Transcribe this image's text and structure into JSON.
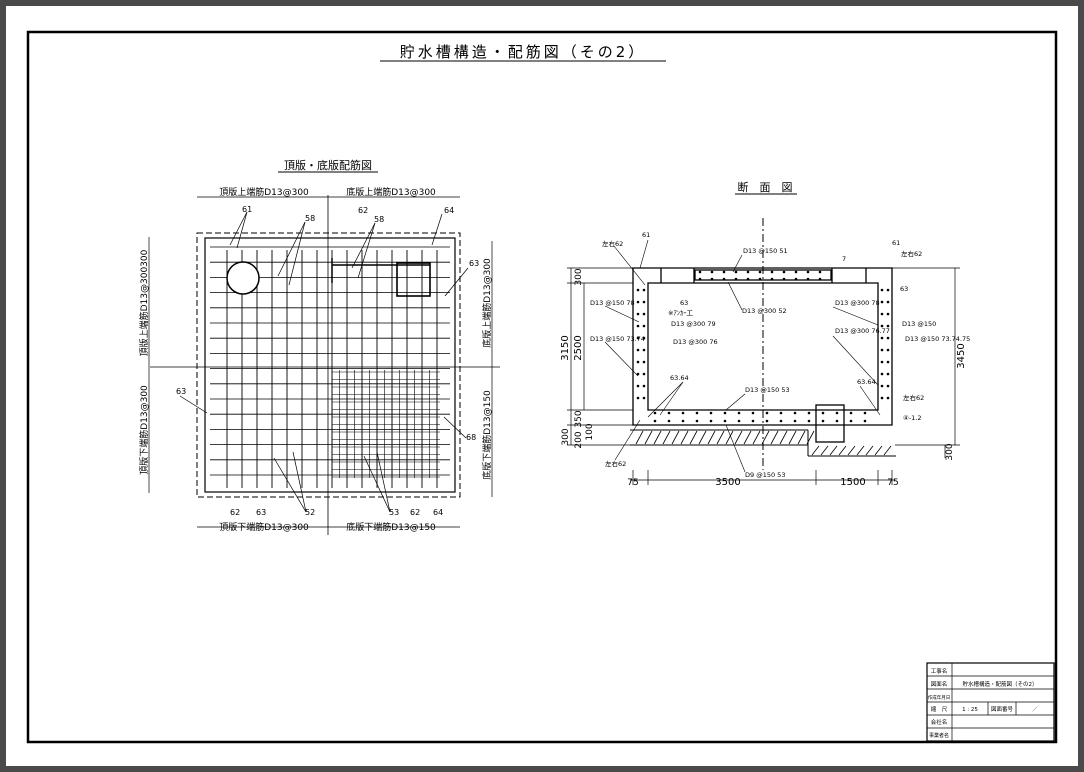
{
  "title": "貯水槽構造・配筋図（その2）",
  "plan": {
    "title": "頂版・底版配筋図",
    "top_left_label": "頂版上端筋D13@300",
    "top_right_label": "底版上端筋D13@300",
    "bottom_left_label": "頂版下端筋D13@300",
    "bottom_right_label": "底版下端筋D13@150",
    "left_upper_label": "頂版上端筋D13@300300",
    "left_lower_label": "頂版下端筋D13@300",
    "right_upper_label": "底版上端筋D13@300",
    "right_lower_label": "底版下端筋D13@150",
    "marks": [
      "61",
      "58",
      "62",
      "64",
      "63",
      "63",
      "68",
      "62",
      "63",
      "52",
      "53",
      "62",
      "64"
    ]
  },
  "section": {
    "title": "断　面　図",
    "labels": [
      "左右62",
      "61",
      "D13 @150 51",
      "7",
      "61",
      "左右62",
      "63",
      "63",
      "D13 @300 52",
      "D13 @150 78",
      "※ｱﾝｶｰ工",
      "D13 @300 79",
      "D13 @300 76",
      "D13 @150 73.74",
      "D13 @300 78",
      "D13 @150",
      "D13 @300 76.77",
      "D13 @150 73.74.75",
      "63.64",
      "63.64",
      "D13 @150 53",
      "D9 @150 53",
      "左右62",
      "左右62",
      "④-1.2"
    ],
    "dims": {
      "d300_top": "300",
      "d3150": "3150",
      "d2500": "2500",
      "d350": "350",
      "d100": "100",
      "d200": "200",
      "d300_bot": "300",
      "d3450": "3450",
      "d300_right": "300",
      "d75_left": "75",
      "d3500": "3500",
      "d1500": "1500",
      "d75_right": "75"
    }
  },
  "title_block": {
    "rows": [
      {
        "label": "工事名",
        "value": ""
      },
      {
        "label": "図面名",
        "value": "貯水槽構造・配筋図（その2）"
      },
      {
        "label": "作成年月日",
        "value": ""
      },
      {
        "label": "縮　尺",
        "value": "1 : 25"
      },
      {
        "label": "会社名",
        "value": ""
      },
      {
        "label": "事業者名",
        "value": ""
      }
    ],
    "drawing_no_label": "図面番号",
    "drawing_no_value": "／"
  }
}
